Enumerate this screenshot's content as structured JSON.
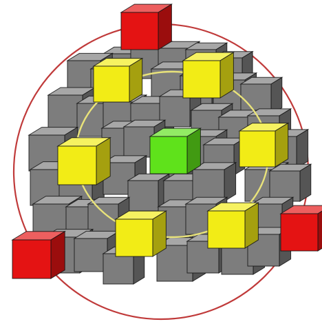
{
  "figure": {
    "background": "#ffffff",
    "block_colors": {
      "gray": "#7d7d7d",
      "yellow": "#f2ec16",
      "green": "#5fe21b",
      "red": "#e41313"
    },
    "ring_colors": {
      "outer": "#c03a3a",
      "inner": "#e9e37a"
    },
    "counts": {
      "yellow_cubes": 6,
      "green_cubes": 1,
      "red_cubes": 3
    }
  }
}
